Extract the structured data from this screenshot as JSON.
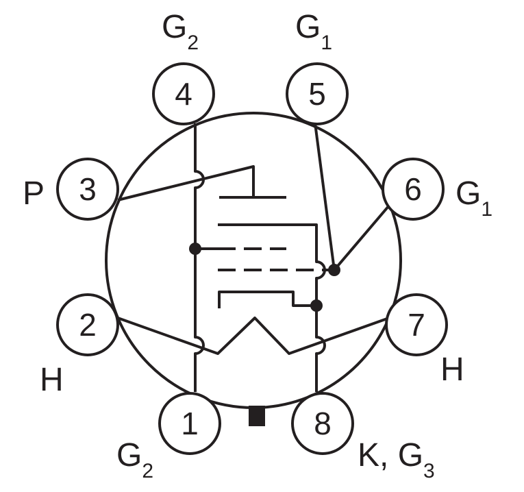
{
  "pins": [
    {
      "number": "1",
      "label": "G",
      "label_sub": "2"
    },
    {
      "number": "2",
      "label": "H",
      "label_sub": ""
    },
    {
      "number": "3",
      "label": "P",
      "label_sub": ""
    },
    {
      "number": "4",
      "label": "G",
      "label_sub": "2"
    },
    {
      "number": "5",
      "label": "G",
      "label_sub": "1"
    },
    {
      "number": "6",
      "label": "G",
      "label_sub": "1"
    },
    {
      "number": "7",
      "label": "H",
      "label_sub": ""
    },
    {
      "number": "8",
      "label": "K, G",
      "label_sub": "3"
    }
  ],
  "colors": {
    "ink": "#231f20",
    "background": "#ffffff"
  }
}
